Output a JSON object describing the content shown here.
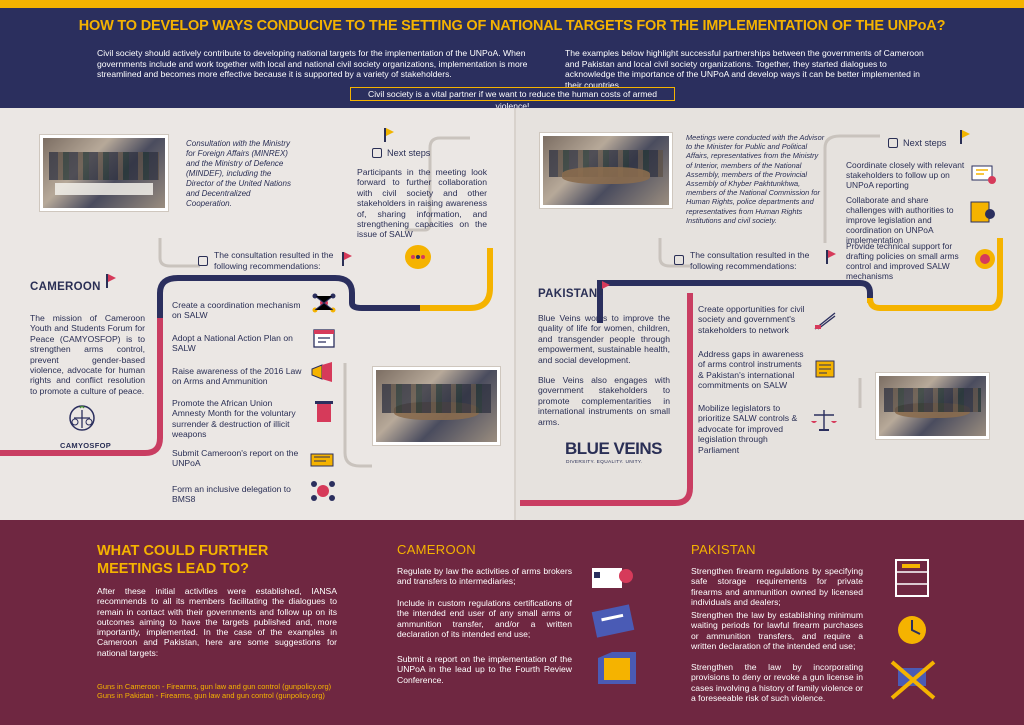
{
  "header": {
    "title": "HOW TO DEVELOP WAYS CONDUCIVE TO THE SETTING OF NATIONAL TARGETS FOR THE IMPLEMENTATION OF THE UNPoA?",
    "intro_left": "Civil society should actively contribute to developing national targets for the implementation of the UNPoA. When governments include and work together with local and national civil society organizations, implementation is more streamlined and becomes more effective because it is supported by a variety of stakeholders.",
    "intro_right": "The examples below highlight successful partnerships between the governments of Cameroon and Pakistan and local civil society organizations. Together, they started dialogues to acknowledge the importance of the UNPoA and develop ways it can be better implemented in their countries.",
    "banner": "Civil society is a vital partner if we want to reduce the human costs of armed violence!"
  },
  "cameroon": {
    "photo_caption": "Consultation with the Ministry for Foreign Affairs (MINREX) and the Ministry of Defence (MINDEF), including the Director of the United Nations and Decentralized Cooperation.",
    "next_steps_title": "Next steps",
    "next_steps_text": "Participants in the meeting look forward to further collaboration with civil society and other stakeholders in raising awareness of, sharing information, and strengthening capacities on the issue of SALW",
    "consultation_head": "The consultation resulted in the following recommendations:",
    "country": "CAMEROON",
    "mission": "The mission of Cameroon Youth and Students Forum for Peace (CAMYOSFOP) is to strengthen arms control, prevent gender-based violence, advocate for human rights and conflict resolution to promote a culture of peace.",
    "logo": "CAMYOSFOP",
    "recommendations": [
      "Create a coordination mechanism on SALW",
      "Adopt a National Action Plan on SALW",
      "Raise awareness of the 2016 Law on Arms and Ammunition",
      "Promote the African Union Amnesty Month for the voluntary surrender & destruction of illicit weapons",
      "Submit Cameroon's report on the UNPoA",
      "Form an inclusive delegation to BMS8"
    ]
  },
  "pakistan": {
    "photo_caption": "Meetings were conducted with the Advisor to the Minister for Public and Political Affairs, representatives from the Ministry of Interior, members of the National Assembly, members of the Provincial Assembly of Khyber Pakhtunkhwa, members of the National Commission for Human Rights, police departments and representatives from Human Rights Institutions and civil society.",
    "next_steps_title": "Next steps",
    "next_steps": [
      "Coordinate closely with relevant stakeholders to follow up on UNPoA reporting",
      "Collaborate and share challenges with authorities to improve legislation and coordination on UNPoA implementation",
      "Provide technical support for drafting policies on small arms control and improved SALW mechanisms"
    ],
    "consultation_head": "The consultation resulted in the following recommendations:",
    "country": "PAKISTAN",
    "about_1": "Blue Veins works to improve the quality of life for women, children, and transgender people through empowerment, sustainable health, and social development.",
    "about_2": "Blue Veins also engages with government stakeholders to promote complementarities in international instruments on small arms.",
    "logo": "BLUE VEINS",
    "logo_tagline": "DIVERSITY. EQUALITY. UNITY.",
    "recommendations": [
      "Create opportunities for civil society and government's stakeholders to network",
      "Address gaps in awareness of arms control instruments & Pakistan's international commitments on SALW",
      "Mobilize legislators to prioritize SALW controls & advocate for improved legislation through Parliament"
    ]
  },
  "footer": {
    "title": "WHAT COULD FURTHER MEETINGS LEAD TO?",
    "body": "After these initial activities were established, IANSA recommends to all its members facilitating the dialogues to remain in contact with their governments and follow up on its outcomes aiming to have the targets published and, more importantly, implemented. In the case of the examples in Cameroon and Pakistan, here are some suggestions for national targets:",
    "link_1": "Guns in Cameroon - Firearms, gun law and gun control (gunpolicy.org)",
    "link_2": "Guns in Pakistan - Firearms, gun law and gun control (gunpolicy.org)",
    "cameroon_title": "CAMEROON",
    "cameroon_items": [
      "Regulate by law the activities of arms brokers and transfers to intermediaries;",
      "Include in custom regulations certifications of the intended end user of any small arms or ammunition transfer, and/or a written declaration of its intended end use;",
      "Submit a report on the implementation of the UNPoA in the lead up to the Fourth Review Conference."
    ],
    "pakistan_title": "PAKISTAN",
    "pakistan_items": [
      "Strengthen firearm regulations by specifying safe storage requirements for private firearms and ammunition owned by licensed individuals and dealers;",
      "Strengthen the law by establishing minimum waiting periods for lawful firearm purchases or ammunition transfers, and require a written declaration of the intended end use;",
      "Strengthen the law by incorporating provisions to deny or revoke a gun license in cases involving a history of family violence or a foreseeable risk of such violence."
    ]
  },
  "colors": {
    "navy": "#2b2f5e",
    "gold": "#f5b300",
    "crimson": "#d63a5a",
    "maroon": "#6f2741"
  }
}
